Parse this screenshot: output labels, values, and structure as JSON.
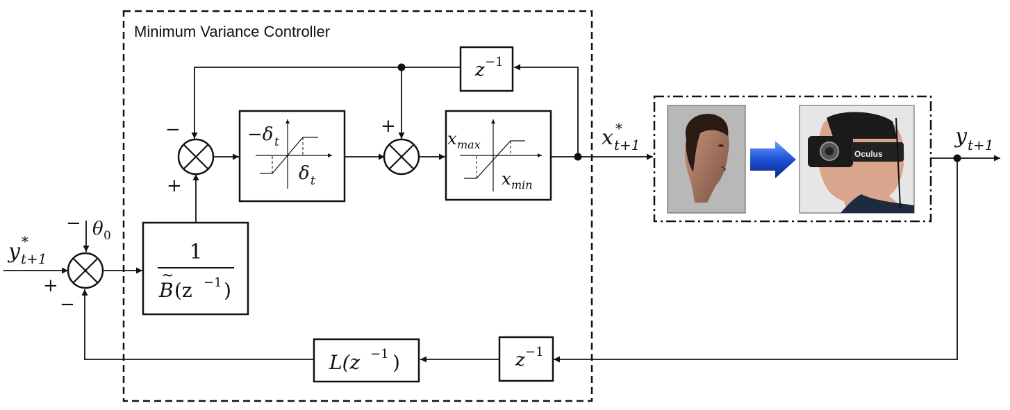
{
  "controller_title": "Minimum Variance Controller",
  "signals": {
    "reference": "y",
    "reference_sup": "*",
    "reference_sub": "t+1",
    "offset": "θ",
    "offset_sub": "0",
    "control": "x",
    "control_sup": "*",
    "control_sub": "t+1",
    "output": "y",
    "output_sub": "t+1"
  },
  "signs": {
    "ref_plus": "+",
    "offset_minus": "−",
    "feedback_minus": "−",
    "sum2_minus": "−",
    "sum2_plus": "+",
    "sum3_plus": "+"
  },
  "blocks": {
    "inverse_num": "1",
    "inverse_den_B": "B",
    "inverse_den_arg": "(z",
    "inverse_den_exp": "−1",
    "inverse_den_close": ")",
    "rate_limit_top": "−δ",
    "rate_limit_top_sub": "t",
    "rate_limit_bottom": "δ",
    "rate_limit_bottom_sub": "t",
    "sat_max": "x",
    "sat_max_sub": "max",
    "sat_min": "x",
    "sat_min_sub": "min",
    "delay_top": "z",
    "delay_top_exp": "−1",
    "delay_bottom": "z",
    "delay_bottom_exp": "−1",
    "filter_L": "L(z",
    "filter_L_exp": "−1",
    "filter_L_close": ")"
  },
  "images": {
    "avatar": "avatar-head",
    "arrow": "blue-arrow",
    "headset": "Oculus",
    "arrow_color": "#1f4fd6"
  }
}
